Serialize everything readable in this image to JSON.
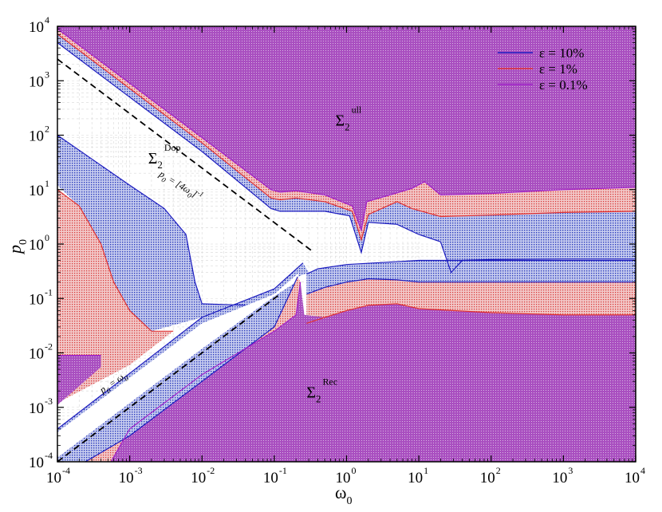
{
  "chart_data": {
    "type": "area",
    "x_scale": "log",
    "y_scale": "log",
    "xlim": [
      0.0001,
      10000
    ],
    "ylim": [
      0.0001,
      10000
    ],
    "xlabel": "ω",
    "xlabel_sub": "0",
    "ylabel": "p",
    "ylabel_sub": "0",
    "x_ticks": [
      {
        "base": "10",
        "exp": "-4"
      },
      {
        "base": "10",
        "exp": "-3"
      },
      {
        "base": "10",
        "exp": "-2"
      },
      {
        "base": "10",
        "exp": "-1"
      },
      {
        "base": "10",
        "exp": "0"
      },
      {
        "base": "10",
        "exp": "1"
      },
      {
        "base": "10",
        "exp": "2"
      },
      {
        "base": "10",
        "exp": "3"
      },
      {
        "base": "10",
        "exp": "4"
      }
    ],
    "y_ticks": [
      {
        "base": "10",
        "exp": "-4"
      },
      {
        "base": "10",
        "exp": "-3"
      },
      {
        "base": "10",
        "exp": "-2"
      },
      {
        "base": "10",
        "exp": "-1"
      },
      {
        "base": "10",
        "exp": "0"
      },
      {
        "base": "10",
        "exp": "1"
      },
      {
        "base": "10",
        "exp": "2"
      },
      {
        "base": "10",
        "exp": "3"
      },
      {
        "base": "10",
        "exp": "4"
      }
    ],
    "grid": true,
    "legend_position": "top-right",
    "series": [
      {
        "name": "ε = 10%",
        "color": "#1c1cbf",
        "fill": "#3a4fc8"
      },
      {
        "name": "ε = 1%",
        "color": "#e03232",
        "fill": "#e85a5a"
      },
      {
        "name": "ε = 0.1%",
        "color": "#a020c8",
        "fill": "#b66fc4"
      }
    ],
    "regions": [
      {
        "label": "Σ",
        "sub": "2",
        "sup": "ull"
      },
      {
        "label": "Σ",
        "sub": "2",
        "sup": "Dop"
      },
      {
        "label": "Σ",
        "sub": "2",
        "sup": "Rec"
      }
    ],
    "reference_lines": [
      {
        "label": "p",
        "label_sub": "0",
        "label_rest": " = [4ω",
        "label_sub2": "0",
        "label_end": "]",
        "label_sup": "-1",
        "points": [
          [
            0.0001,
            2500
          ],
          [
            0.35,
            0.71
          ]
        ]
      },
      {
        "label": "p",
        "label_sub": "0",
        "label_rest": " = ω",
        "label_sub2": "0",
        "label_end": "",
        "label_sup": "",
        "points": [
          [
            0.0001,
            0.0001
          ],
          [
            0.12,
            0.12
          ]
        ]
      }
    ],
    "boundaries": {
      "purple_upper": [
        [
          0.0001,
          9000
        ],
        [
          0.001,
          900
        ],
        [
          0.01,
          90
        ],
        [
          0.09,
          10
        ],
        [
          0.12,
          9
        ],
        [
          0.2,
          9.5
        ],
        [
          0.5,
          8
        ],
        [
          1.2,
          5
        ],
        [
          1.6,
          1.8
        ],
        [
          1.9,
          6
        ],
        [
          4,
          8
        ],
        [
          8,
          10.5
        ],
        [
          12,
          14
        ],
        [
          20,
          8
        ],
        [
          100,
          8.5
        ],
        [
          1000,
          10
        ],
        [
          10000,
          11
        ]
      ],
      "red_upper": [
        [
          0.0001,
          7200
        ],
        [
          0.001,
          720
        ],
        [
          0.01,
          72
        ],
        [
          0.09,
          7
        ],
        [
          0.12,
          6.5
        ],
        [
          0.2,
          7
        ],
        [
          0.5,
          6
        ],
        [
          1.2,
          4
        ],
        [
          1.6,
          1.2
        ],
        [
          2,
          3.5
        ],
        [
          5,
          6
        ],
        [
          8,
          4.5
        ],
        [
          20,
          3.2
        ],
        [
          100,
          3.4
        ],
        [
          1000,
          3.8
        ],
        [
          10000,
          4
        ]
      ],
      "blue_upper": [
        [
          0.0001,
          5000
        ],
        [
          0.001,
          500
        ],
        [
          0.01,
          50
        ],
        [
          0.09,
          4.5
        ],
        [
          0.12,
          4
        ],
        [
          0.5,
          4
        ],
        [
          1.1,
          3.3
        ],
        [
          1.6,
          0.7
        ],
        [
          2,
          2.5
        ],
        [
          5,
          2.3
        ],
        [
          10,
          1.5
        ],
        [
          20,
          1.1
        ],
        [
          28,
          0.3
        ],
        [
          40,
          0.5
        ],
        [
          100,
          0.52
        ],
        [
          1000,
          0.53
        ],
        [
          10000,
          0.53
        ]
      ],
      "blue_lower_right": [
        [
          0.28,
          0.12
        ],
        [
          0.5,
          0.16
        ],
        [
          1,
          0.2
        ],
        [
          2,
          0.23
        ],
        [
          5,
          0.22
        ],
        [
          10,
          0.2
        ],
        [
          100,
          0.2
        ],
        [
          1000,
          0.2
        ],
        [
          10000,
          0.2
        ]
      ],
      "red_lower_right": [
        [
          0.28,
          0.035
        ],
        [
          0.5,
          0.045
        ],
        [
          1,
          0.06
        ],
        [
          2,
          0.075
        ],
        [
          5,
          0.08
        ],
        [
          10,
          0.065
        ],
        [
          100,
          0.055
        ],
        [
          1000,
          0.05
        ],
        [
          10000,
          0.05
        ]
      ],
      "dop_blue_upper": [
        [
          0.0001,
          100
        ],
        [
          0.001,
          12
        ],
        [
          0.003,
          4.5
        ],
        [
          0.006,
          1.5
        ],
        [
          0.008,
          0.2
        ],
        [
          0.01,
          0.08
        ],
        [
          0.04,
          0.075
        ]
      ],
      "dop_blue_lower": [
        [
          0.0001,
          3
        ],
        [
          0.0005,
          0.7
        ],
        [
          0.001,
          0.2
        ],
        [
          0.002,
          0.08
        ],
        [
          0.004,
          0.02
        ],
        [
          0.04,
          0.075
        ]
      ],
      "red_left_upper": [
        [
          0.0001,
          10
        ],
        [
          0.0002,
          5
        ],
        [
          0.0004,
          1
        ],
        [
          0.0006,
          0.2
        ],
        [
          0.001,
          0.06
        ],
        [
          0.002,
          0.025
        ],
        [
          0.004,
          0.025
        ]
      ],
      "purple_left_upper": [
        [
          0.0001,
          0.009
        ],
        [
          0.0004,
          0.009
        ]
      ],
      "diag_blue_upper": [
        [
          0.0001,
          0.0004
        ],
        [
          0.001,
          0.004
        ],
        [
          0.01,
          0.04
        ],
        [
          0.1,
          0.2
        ],
        [
          0.25,
          0.45
        ]
      ],
      "diag_blue_lower": [
        [
          0.0001,
          5e-05
        ],
        [
          0.001,
          0.0003
        ],
        [
          0.01,
          0.004
        ],
        [
          0.1,
          0.04
        ],
        [
          0.2,
          0.08
        ]
      ],
      "diag_red_lower": [
        [
          0.00015,
          0.0001
        ],
        [
          0.001,
          0.0005
        ],
        [
          0.01,
          0.004
        ],
        [
          0.1,
          0.025
        ],
        [
          0.2,
          0.06
        ],
        [
          0.23,
          0.2
        ]
      ]
    }
  }
}
